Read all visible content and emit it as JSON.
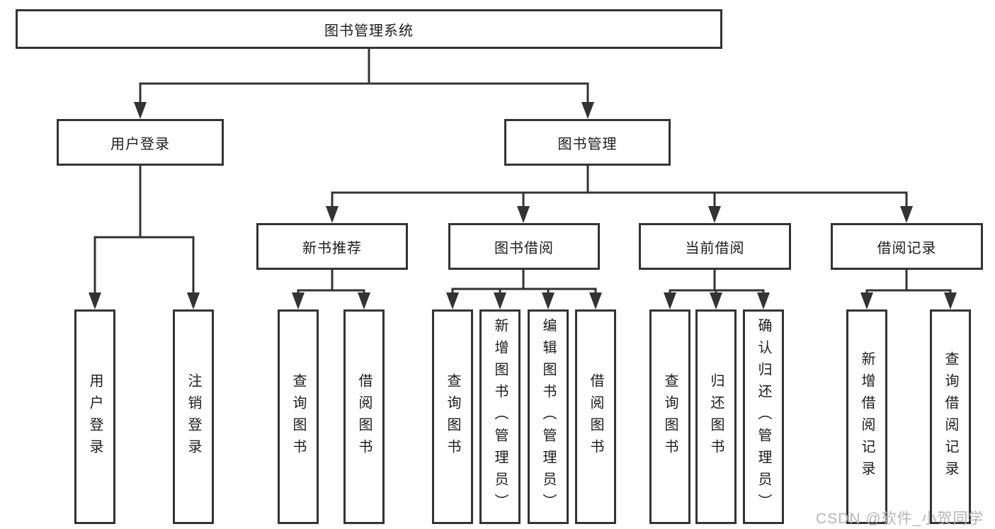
{
  "diagram": {
    "title": "图书管理系统",
    "nodes": {
      "root": "图书管理系统",
      "level2": {
        "user_login": "用户登录",
        "book_management": "图书管理"
      },
      "level3": {
        "new_book_recommend": "新书推荐",
        "book_borrowing": "图书借阅",
        "current_borrowing": "当前借阅",
        "borrowing_records": "借阅记录"
      },
      "leaves": {
        "user_login_leaf": "用户登录",
        "logout": "注销登录",
        "nbr_query_books": "查询图书",
        "nbr_borrow_books": "借阅图书",
        "bb_query_books": "查询图书",
        "bb_add_books": "新增图书（管理员）",
        "bb_edit_books": "编辑图书（管理员）",
        "bb_borrow_books": "借阅图书",
        "cb_query_books": "查询图书",
        "cb_return_books": "归还图书",
        "cb_confirm_return": "确认归还（管理员）",
        "br_add_record": "新增借阅记录",
        "br_query_record": "查询借阅记录"
      }
    },
    "tree": {
      "图书管理系统": {
        "用户登录": [
          "用户登录",
          "注销登录"
        ],
        "图书管理": {
          "新书推荐": [
            "查询图书",
            "借阅图书"
          ],
          "图书借阅": [
            "查询图书",
            "新增图书（管理员）",
            "编辑图书（管理员）",
            "借阅图书"
          ],
          "当前借阅": [
            "查询图书",
            "归还图书",
            "确认归还（管理员）"
          ],
          "借阅记录": [
            "新增借阅记录",
            "查询借阅记录"
          ]
        }
      }
    }
  },
  "watermark": {
    "text": "CSDN @软件_小贺同学",
    "color": "#b6b6b6"
  },
  "colors": {
    "line": "#333333",
    "box_border": "#333333",
    "text": "#1d1d1d",
    "background": "#ffffff"
  }
}
